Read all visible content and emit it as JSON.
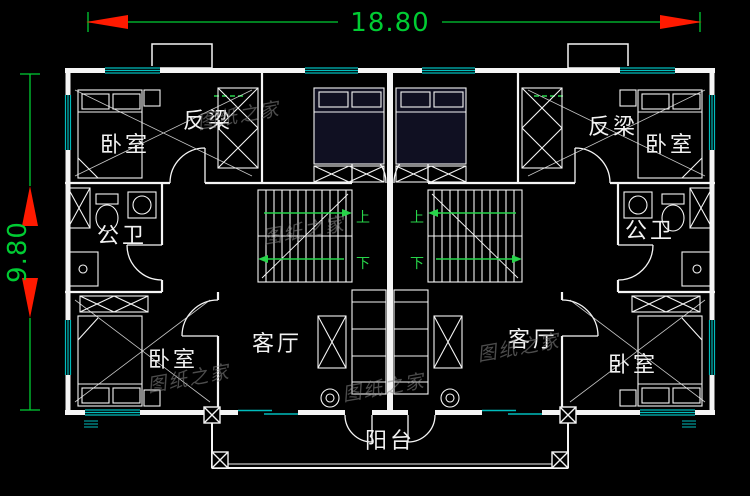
{
  "drawing": {
    "dimensions": {
      "width": "18.80",
      "height": "9.80"
    },
    "rooms": {
      "bedroom": "卧室",
      "beam": "反梁",
      "bathroom": "公卫",
      "living": "客厅",
      "balcony": "阳台",
      "stair_up": "上",
      "stair_down": "下"
    },
    "watermark": "图纸之家",
    "colors": {
      "background": "#000000",
      "line": "#f5f5f5",
      "window": "#00bcbc",
      "dimension_text": "#00cc33",
      "arrow": "#ff1a00",
      "watermark": "#8a8a8a"
    }
  }
}
